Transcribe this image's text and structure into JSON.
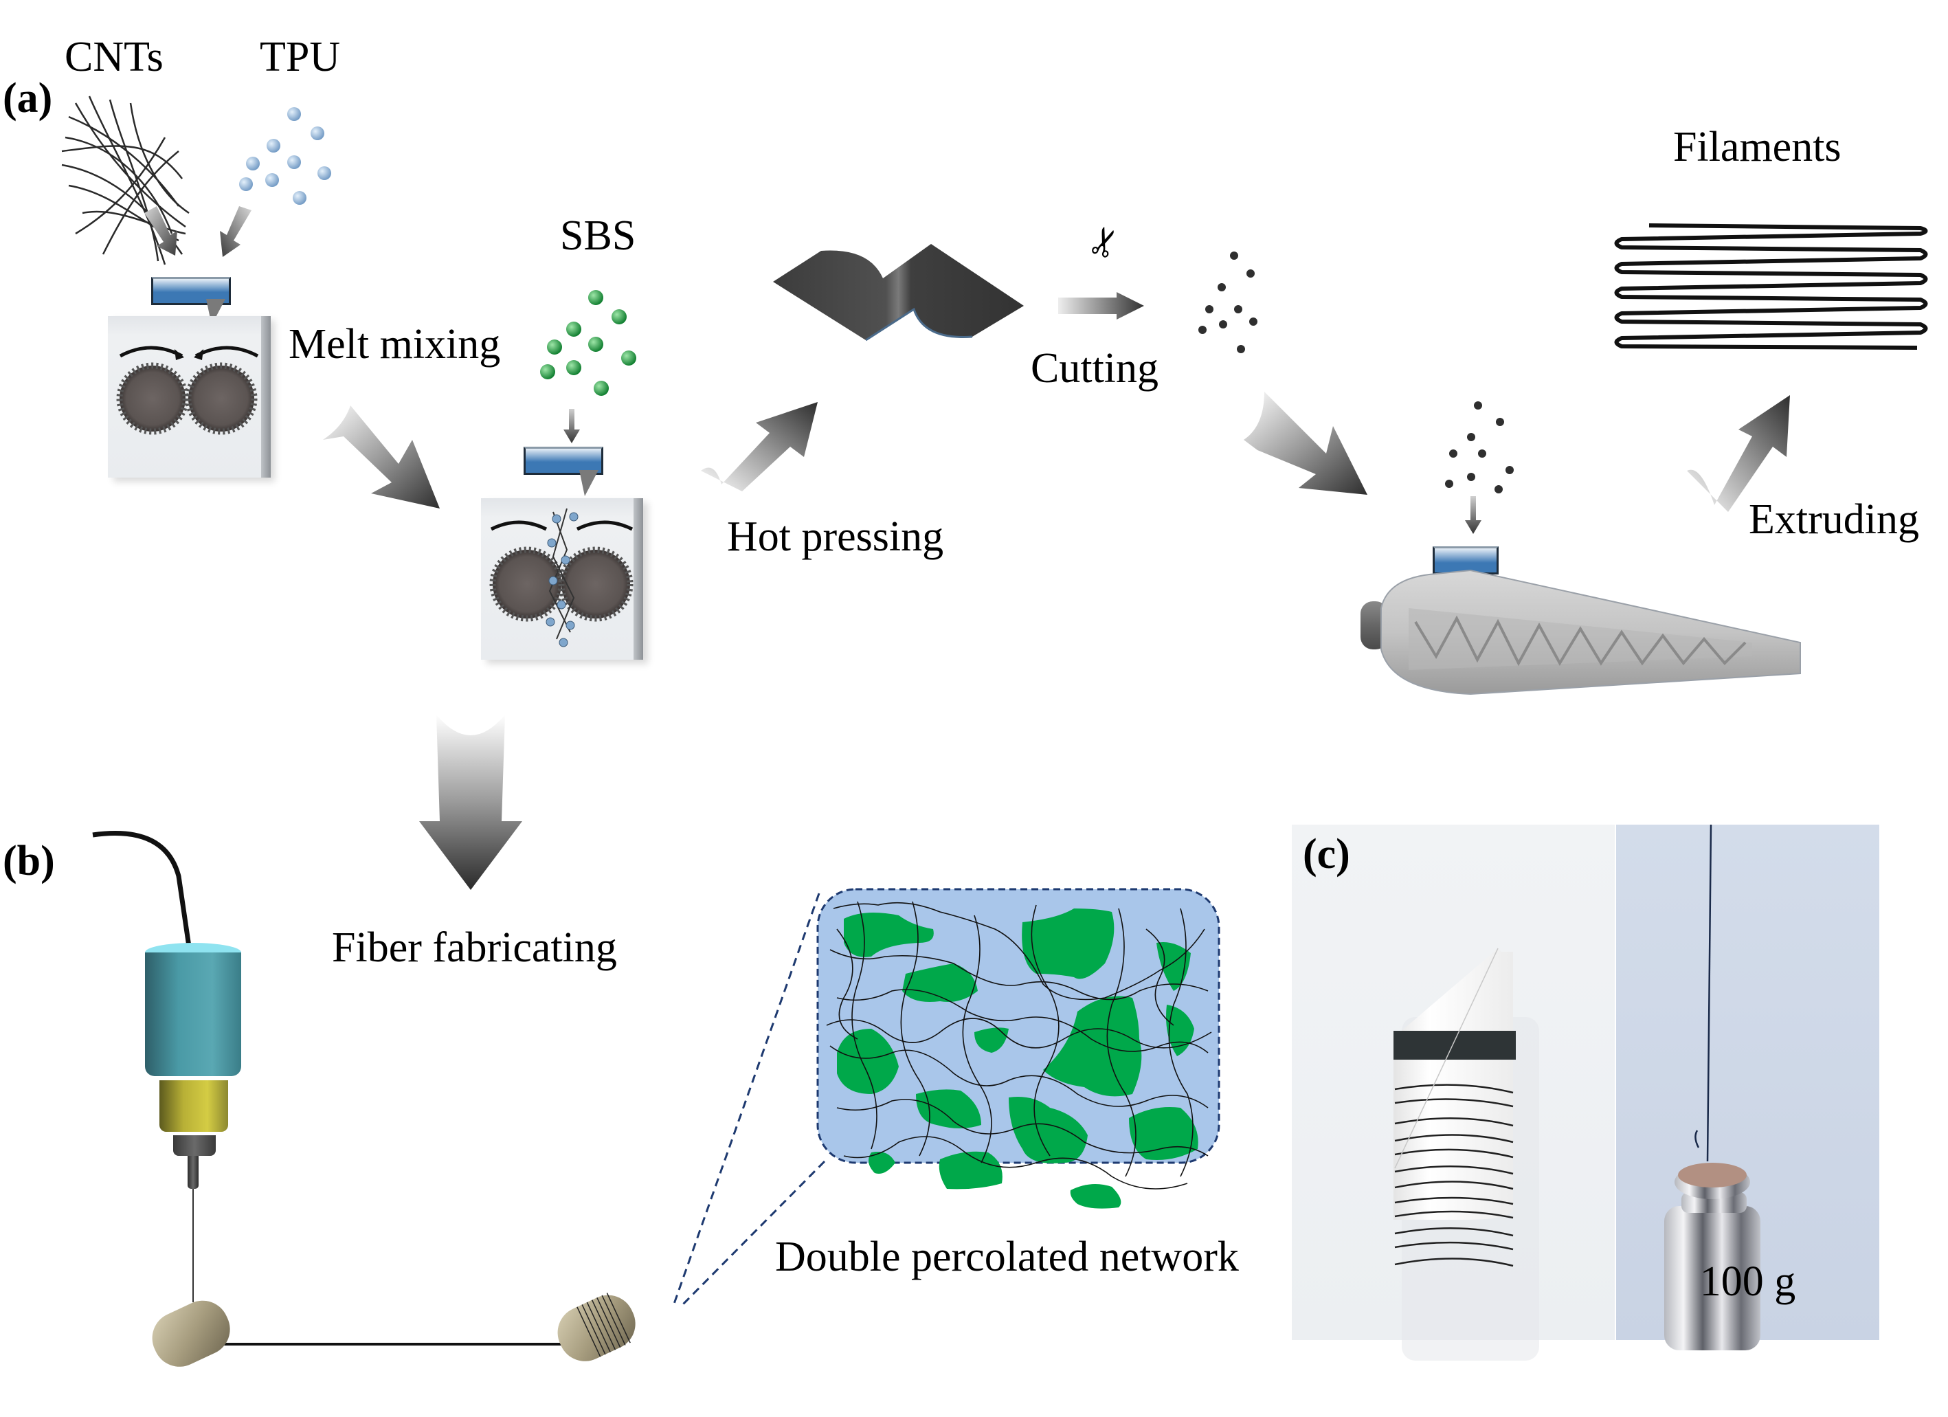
{
  "figure": {
    "panels": {
      "a": "(a)",
      "b": "(b)",
      "c": "(c)"
    },
    "materials": {
      "cnts": "CNTs",
      "tpu": "TPU",
      "sbs": "SBS"
    },
    "steps": {
      "melt_mixing": "Melt mixing",
      "hot_pressing": "Hot pressing",
      "cutting": "Cutting",
      "filaments": "Filaments",
      "extruding": "Extruding",
      "fiber_fabricating": "Fiber fabricating",
      "network": "Double percolated network"
    },
    "photo": {
      "weight_label": "100 g"
    },
    "colors": {
      "tpu_bead": "#8fb4d9",
      "sbs_bead": "#1fa64a",
      "hopper_blue": "#3c78b4",
      "network_bg": "#a9c6ea",
      "network_green": "#00a84a",
      "syringe_teal": "#4a9aa6",
      "syringe_yellow": "#c8c238",
      "roller": "#a79d7f"
    }
  }
}
